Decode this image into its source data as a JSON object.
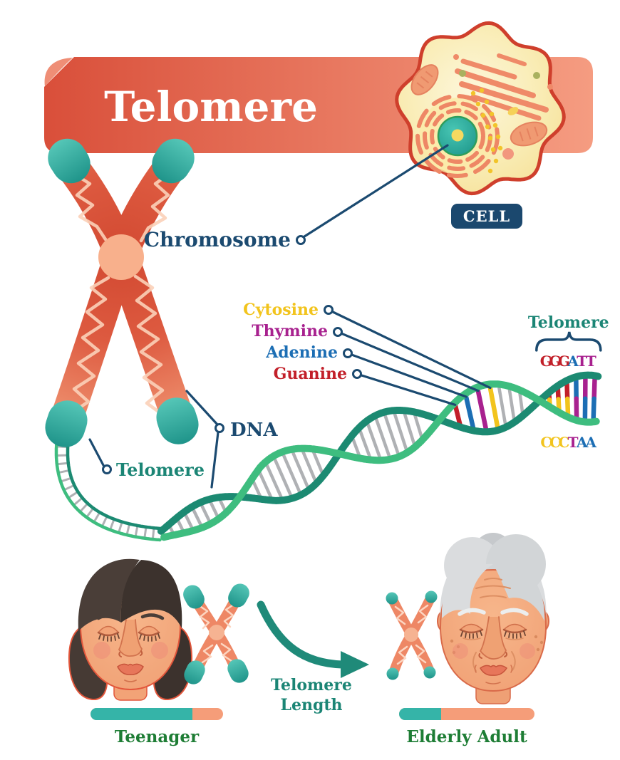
{
  "title": "Telomere",
  "cell": {
    "badge": "CELL"
  },
  "chromosome": {
    "label": "Chromosome"
  },
  "dna": {
    "label": "DNA"
  },
  "telomere_pointer": {
    "label": "Telomere"
  },
  "bases": [
    {
      "name": "Cytosine",
      "color": "#f2c41d"
    },
    {
      "name": "Thymine",
      "color": "#a8218f"
    },
    {
      "name": "Adenine",
      "color": "#1c6eb4"
    },
    {
      "name": "Guanine",
      "color": "#c2202a"
    }
  ],
  "helix": {
    "telomere_label": "Telomere",
    "top_sequence": [
      {
        "letter": "G",
        "color": "#c2202a"
      },
      {
        "letter": "G",
        "color": "#c2202a"
      },
      {
        "letter": "G",
        "color": "#c2202a"
      },
      {
        "letter": "A",
        "color": "#1c6eb4"
      },
      {
        "letter": "T",
        "color": "#a8218f"
      },
      {
        "letter": "T",
        "color": "#a8218f"
      }
    ],
    "bottom_sequence": [
      {
        "letter": "C",
        "color": "#f2c41d"
      },
      {
        "letter": "C",
        "color": "#f2c41d"
      },
      {
        "letter": "C",
        "color": "#f2c41d"
      },
      {
        "letter": "T",
        "color": "#a8218f"
      },
      {
        "letter": "A",
        "color": "#1c6eb4"
      },
      {
        "letter": "A",
        "color": "#1c6eb4"
      }
    ],
    "highlight_rungs": [
      "#c2202a",
      "#1c6eb4",
      "#a8218f",
      "#f2c41d"
    ]
  },
  "aging": {
    "arrow_label_line1": "Telomere",
    "arrow_label_line2": "Length",
    "teenager": {
      "label": "Teenager",
      "telomere_fraction": 0.77
    },
    "elderly": {
      "label": "Elderly Adult",
      "telomere_fraction": 0.31
    }
  },
  "palette": {
    "banner_dark": "#d94f3a",
    "banner_light": "#f59c81",
    "navy": "#1b4a70",
    "teal_text": "#1b8575",
    "green_label": "#1e7d35",
    "helix_light": "#3ebd7f",
    "helix_dark": "#1c8a72",
    "rung_gray": "#afb1b4",
    "bar_teal": "#35b4a8",
    "bar_coral": "#f59d79",
    "arrow_teal": "#1f8a79"
  }
}
